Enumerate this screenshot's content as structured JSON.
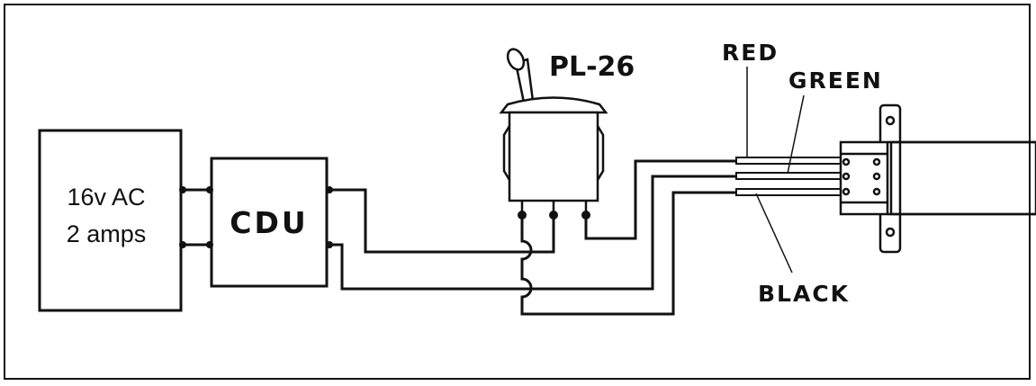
{
  "power_supply": {
    "line1": "16v AC",
    "line2": "2 amps"
  },
  "cdu": {
    "label": "CDU"
  },
  "switch": {
    "label": "PL-26"
  },
  "wires": {
    "red": "RED",
    "green": "GREEN",
    "black": "BLACK"
  }
}
